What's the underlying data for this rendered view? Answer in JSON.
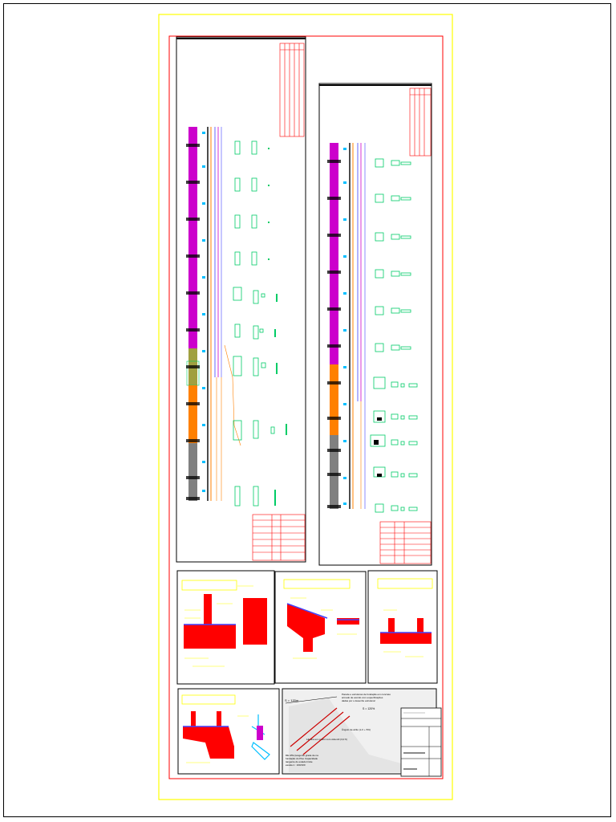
{
  "sheet": {
    "title": "",
    "colors": {
      "frame_outer": "#ffff00",
      "frame_inner": "#ff0000",
      "magenta": "#cc00cc",
      "orange": "#ff8000",
      "gray": "#808080",
      "olive": "#a0a040",
      "green": "#00cc66",
      "cyan": "#00bfff",
      "blue": "#4040ff",
      "red": "#ff0000",
      "yellow": "#ffff00",
      "black": "#000000"
    }
  },
  "notes": {
    "note_a": "S = 120m",
    "note_b": "S = 120%",
    "note_c": "Parede e estruturas de fundação em concreto",
    "note_d": "armado de acordo com especificações",
    "note_e": "dadas por o desenho estrutural",
    "note_f": "Ângulo de atrito (L.F + 5%)",
    "note_g": "Lâmina em matriz com vida útil (3,0 ft)",
    "note_h": "DE ATE (tangente grade de na",
    "note_i": "fundação do Piso Capacidade",
    "note_j": "tangente do estado limite",
    "note_k": "escala 1 : 100/100"
  }
}
